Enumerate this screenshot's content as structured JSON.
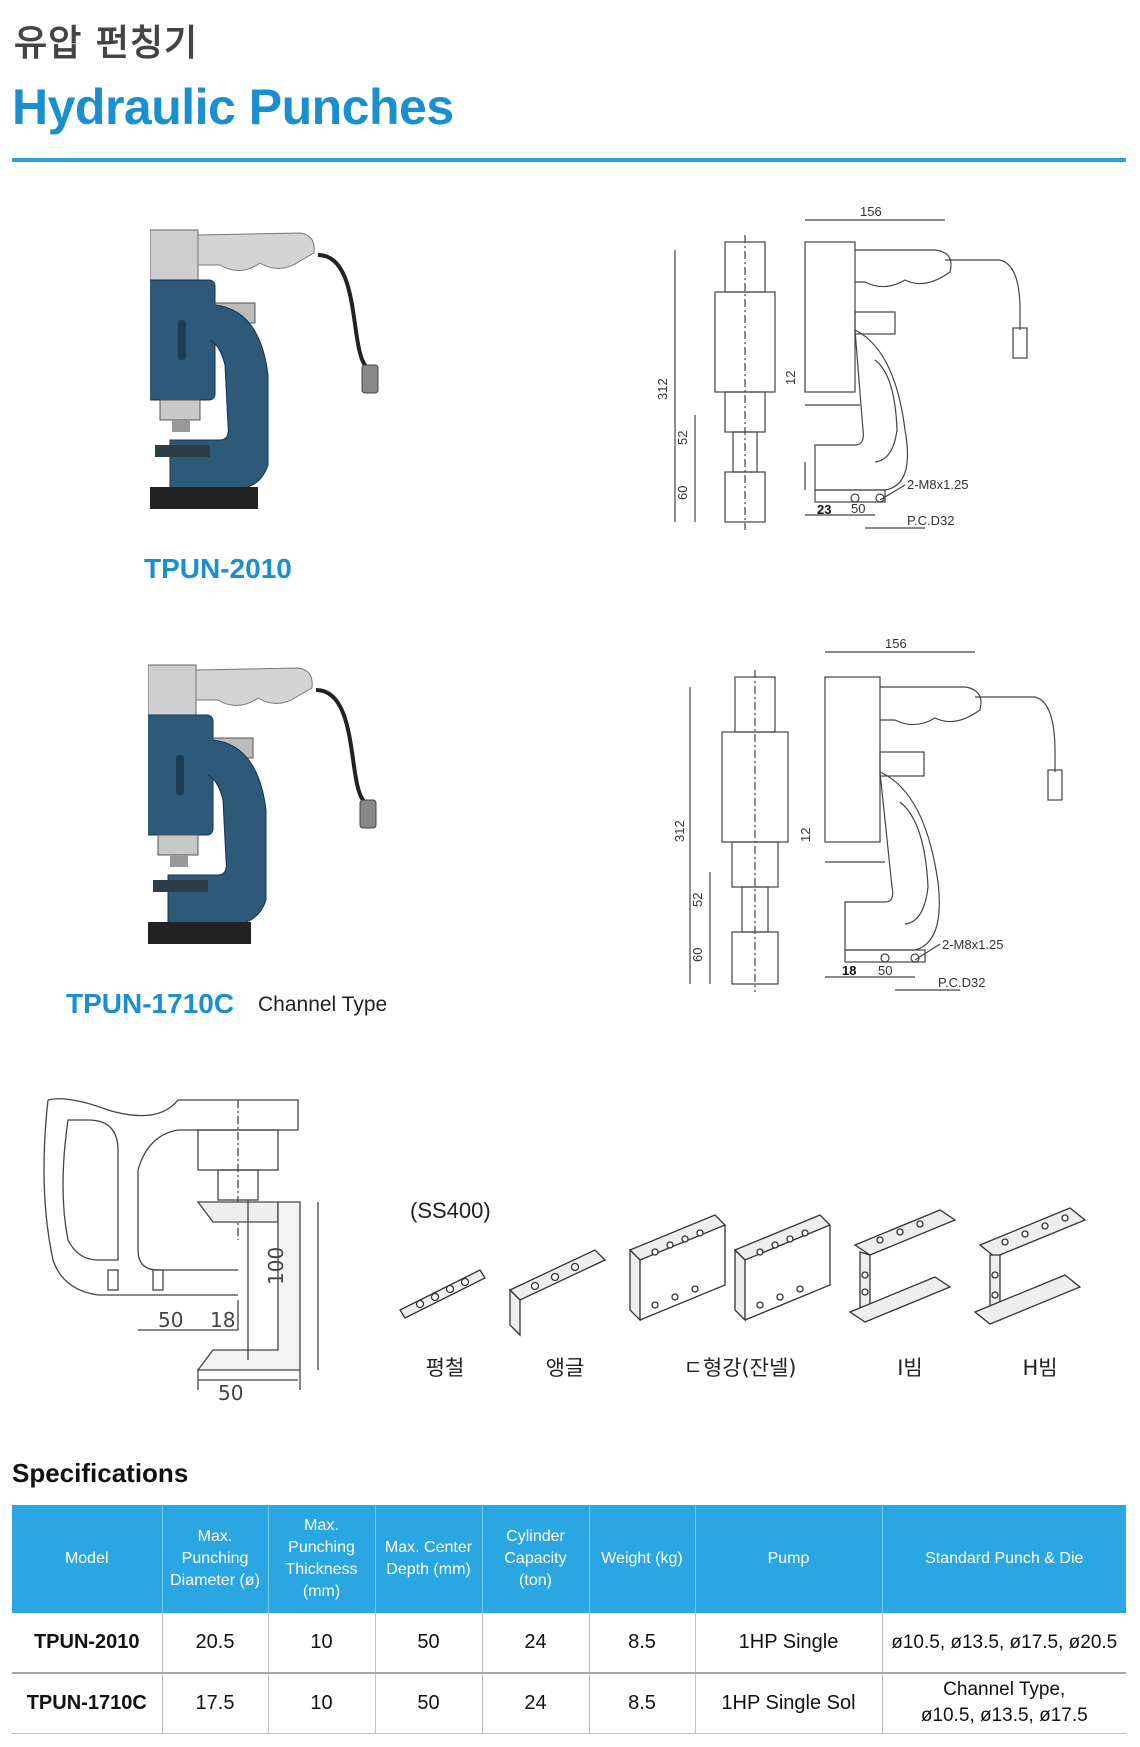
{
  "header": {
    "title_ko": "유압 펀칭기",
    "title_en": "Hydraulic Punches"
  },
  "products": [
    {
      "model": "TPUN-2010",
      "subtitle": "",
      "drawing": {
        "width": "156",
        "height": "312",
        "dim_52": "52",
        "dim_60": "60",
        "dim_12": "12",
        "dim_left": "23",
        "dim_50": "50",
        "thread": "2-M8x1.25",
        "pcd": "P.C.D32"
      }
    },
    {
      "model": "TPUN-1710C",
      "subtitle": "Channel Type",
      "drawing": {
        "width": "156",
        "height": "312",
        "dim_52": "52",
        "dim_60": "60",
        "dim_12": "12",
        "dim_left": "18",
        "dim_50": "50",
        "thread": "2-M8x1.25",
        "pcd": "P.C.D32"
      }
    }
  ],
  "channel_detail": {
    "dim_50_top": "50",
    "dim_18": "18",
    "dim_100": "100",
    "dim_50_bottom": "50"
  },
  "materials": {
    "grade": "(SS400)",
    "shapes": [
      "평철",
      "앵글",
      "ㄷ형강(잔넬)",
      "I빔",
      "H빔"
    ]
  },
  "specifications": {
    "heading": "Specifications",
    "columns": [
      "Model",
      "Max. Punching Diameter (ø)",
      "Max. Punching Thickness (mm)",
      "Max. Center Depth (mm)",
      "Cylinder Capacity (ton)",
      "Weight (kg)",
      "Pump",
      "Standard Punch & Die"
    ],
    "rows": [
      {
        "model": "TPUN-2010",
        "diameter": "20.5",
        "thickness": "10",
        "depth": "50",
        "capacity": "24",
        "weight": "8.5",
        "pump": "1HP Single",
        "punch_line1": "ø10.5, ø13.5, ø17.5, ø20.5",
        "punch_line2": ""
      },
      {
        "model": "TPUN-1710C",
        "diameter": "17.5",
        "thickness": "10",
        "depth": "50",
        "capacity": "24",
        "weight": "8.5",
        "pump": "1HP Single Sol",
        "punch_line1": "Channel Type,",
        "punch_line2": "ø10.5, ø13.5, ø17.5"
      }
    ]
  },
  "colors": {
    "accent": "#1a8fd0",
    "table_header": "#2aa7e2",
    "body_blue": "#2d5a78"
  }
}
